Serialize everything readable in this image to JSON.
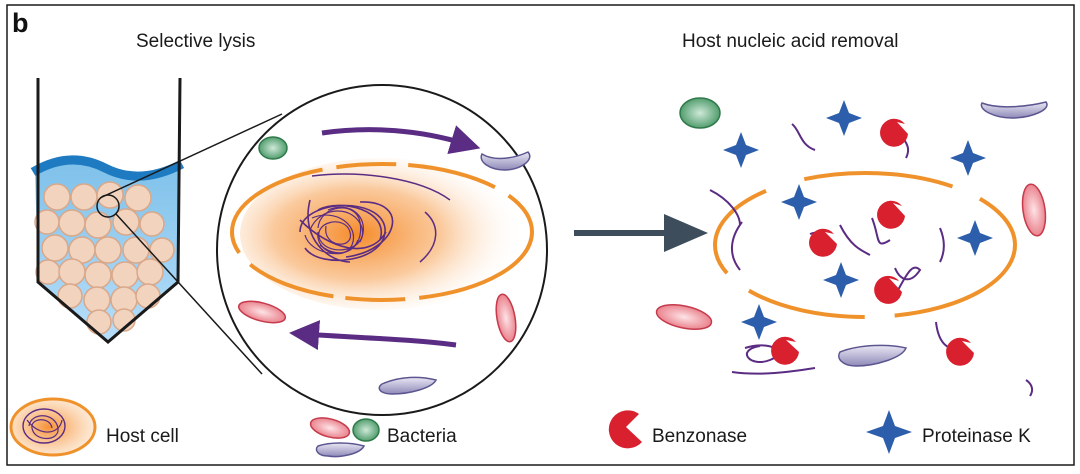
{
  "panel": {
    "letter": "b"
  },
  "titles": {
    "selective_lysis": "Selective lysis",
    "host_removal": "Host nucleic acid removal"
  },
  "legend": {
    "host_cell": "Host cell",
    "bacteria": "Bacteria",
    "benzonase": "Benzonase",
    "proteinase_k": "Proteinase K"
  },
  "colors": {
    "frame": "#1a1a1a",
    "orange": "#f0922b",
    "dna": "#5b2c83",
    "arrow_purple": "#5b2c83",
    "process_arrow": "#3d4d5c",
    "benzonase": "#d8202f",
    "proteinase": "#2d5eab",
    "liquid": "#8fcbee",
    "liquid_surface": "#1e7bc2",
    "bead": "#f2d3be",
    "bead_stroke": "#d9a88a",
    "bacteria_green": "#3a8f5a",
    "bacteria_red": "#e05a6b",
    "bacteria_blue": "#8f8ab8"
  }
}
